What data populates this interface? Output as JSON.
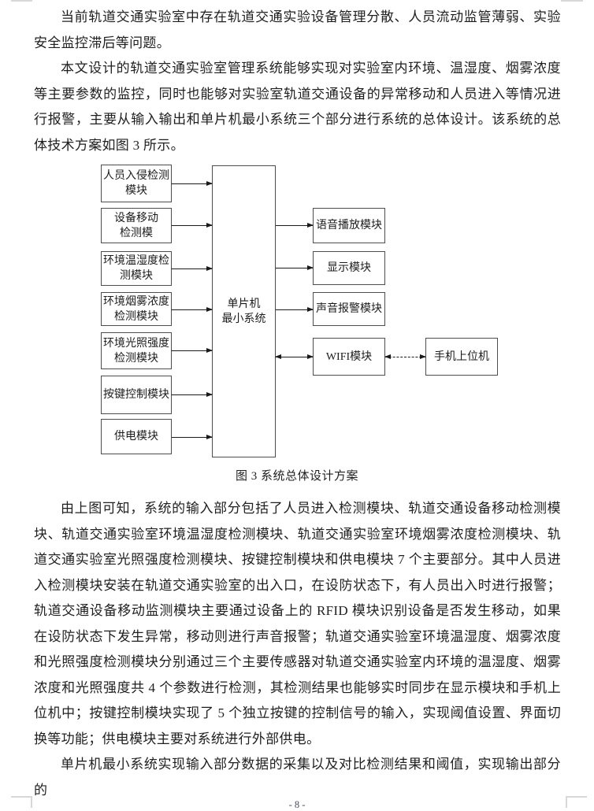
{
  "document": {
    "paragraphs": [
      "当前轨道交通实验室中存在轨道交通实验设备管理分散、人员流动监管薄弱、实验安全监控滞后等问题。",
      "本文设计的轨道交通实验室管理系统能够实现对实验室内环境、温湿度、烟雾浓度等主要参数的监控，同时也能够对实验室轨道交通设备的异常移动和人员进入等情况进行报警，主要从输入输出和单片机最小系统三个部分进行系统的总体设计。该系统的总体技术方案如图 3 所示。",
      "由上图可知，系统的输入部分包括了人员进入检测模块、轨道交通设备移动检测模块、轨道交通实验室环境温湿度检测模块、轨道交通实验室环境烟雾浓度检测模块、轨道交通实验室光照强度检测模块、按键控制模块和供电模块 7 个主要部分。其中人员进入检测模块安装在轨道交通实验室的出入口，在设防状态下，有人员出入时进行报警；轨道交通设备移动监测模块主要通过设备上的 RFID 模块识别设备是否发生移动，如果在设防状态下发生异常，移动则进行声音报警；轨道交通实验室环境温湿度、烟雾浓度和光照强度检测模块分别通过三个主要传感器对轨道交通实验室内环境的温湿度、烟雾浓度和光照强度共 4 个参数进行检测，其检测结果也能够实时同步在显示模块和手机上位机中；按键控制模块实现了 5 个独立按键的控制信号的输入，实现阈值设置、界面切换等功能；供电模块主要对系统进行外部供电。",
      "单片机最小系统实现输入部分数据的采集以及对比检测结果和阈值，实现输出部分的"
    ],
    "page_number": "- 8 -"
  },
  "figure": {
    "caption": "图 3  系统总体设计方案",
    "input_modules": [
      "人员入侵检测\n模块",
      "设备移动\n检测模",
      "环境温湿度检\n测模块",
      "环境烟雾浓度\n检测模块",
      "环境光照强度\n检测模块",
      "按键控制模块",
      "供电模块"
    ],
    "mcu_label": "单片机\n最小系统",
    "output_modules": [
      "语音播放模块",
      "显示模块",
      "声音报警模块",
      "WIFI模块"
    ],
    "remote_label": "手机上位机"
  }
}
